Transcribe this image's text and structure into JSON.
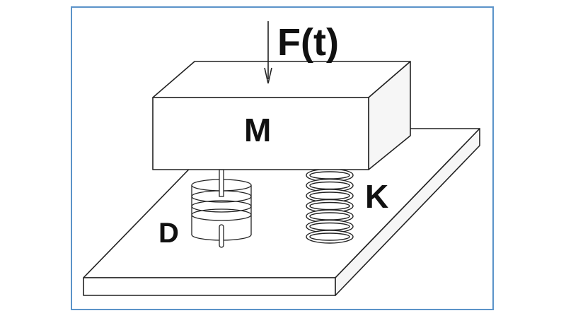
{
  "diagram": {
    "labels": {
      "force": "F(t)",
      "mass": "M",
      "damper": "D",
      "spring": "K"
    },
    "colors": {
      "frame": "#5b93c9",
      "stroke": "#222222",
      "fill": "#ffffff",
      "shade": "#f6f6f6"
    }
  }
}
